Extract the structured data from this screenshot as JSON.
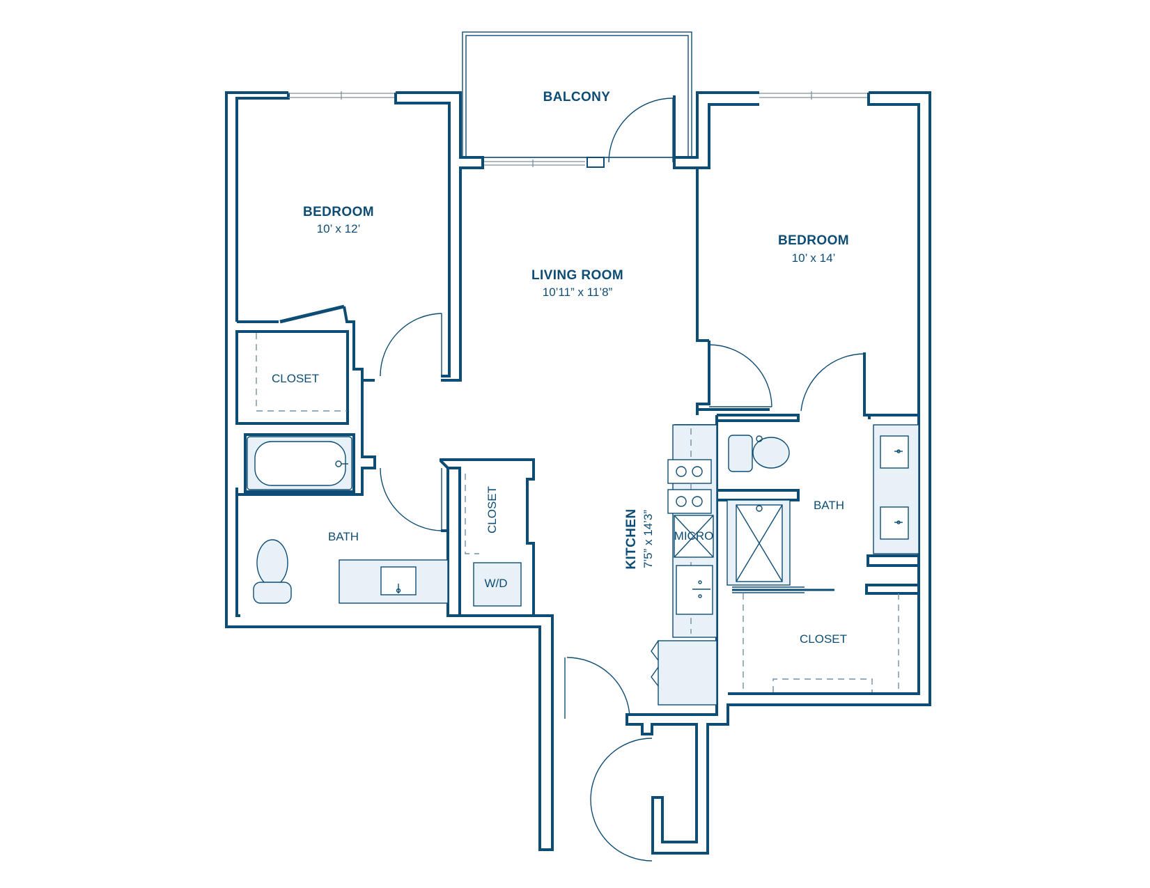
{
  "colors": {
    "wall": "#0d4c75",
    "fixture_fill": "#e9f1f8",
    "background": "#ffffff"
  },
  "rooms": {
    "balcony": {
      "name": "BALCONY"
    },
    "bedroom_left": {
      "name": "BEDROOM",
      "size": "10’ x 12’"
    },
    "living_room": {
      "name": "LIVING ROOM",
      "size": "10’11” x 11’8”"
    },
    "bedroom_right": {
      "name": "BEDROOM",
      "size": "10’ x 14’"
    },
    "closet_left": {
      "name": "CLOSET"
    },
    "bath_left": {
      "name": "BATH"
    },
    "hall_closet": {
      "name": "CLOSET"
    },
    "laundry": {
      "name": "W/D"
    },
    "kitchen": {
      "name": "KITCHEN",
      "size": "7’5” x 14’3”"
    },
    "microwave": {
      "name": "MICRO"
    },
    "bath_right": {
      "name": "BATH"
    },
    "closet_right": {
      "name": "CLOSET"
    }
  }
}
